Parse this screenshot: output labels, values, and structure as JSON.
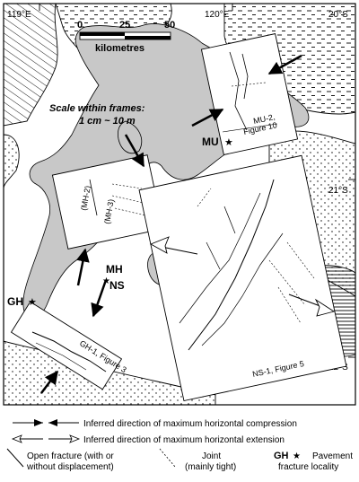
{
  "graticule": {
    "lon_119": "119°E",
    "lon_120": "120°E",
    "lat_20": "20°S",
    "lat_21": "21°S",
    "lat_22": "22°S"
  },
  "scalebar": {
    "tick_0": "0",
    "tick_25": "25",
    "tick_50": "50",
    "unit": "kilometres"
  },
  "scale_note": {
    "line1": "Scale within frames:",
    "line2": "1 cm ~ 10 m"
  },
  "localities": {
    "mu": "MU",
    "mh": "MH",
    "ns": "NS",
    "gh": "GH"
  },
  "frames": {
    "mu2_line1": "MU-2,",
    "mu2_line2": "Figure 10",
    "mh2": "(MH-2)",
    "mh3": "(MH-3)",
    "gh1": "GH-1, Figure 3",
    "ns1": "NS-1, Figure 5"
  },
  "legend": {
    "compression": "Inferred direction of maximum horizontal compression",
    "extension": "Inferred direction of maximum horizontal extension",
    "open_fracture_line1": "Open fracture (with or",
    "open_fracture_line2": "without displacement)",
    "joint_line1": "Joint",
    "joint_line2": "(mainly tight)",
    "pavement_symbol": "GH",
    "pavement_line1": "Pavement",
    "pavement_line2": "fracture locality"
  }
}
